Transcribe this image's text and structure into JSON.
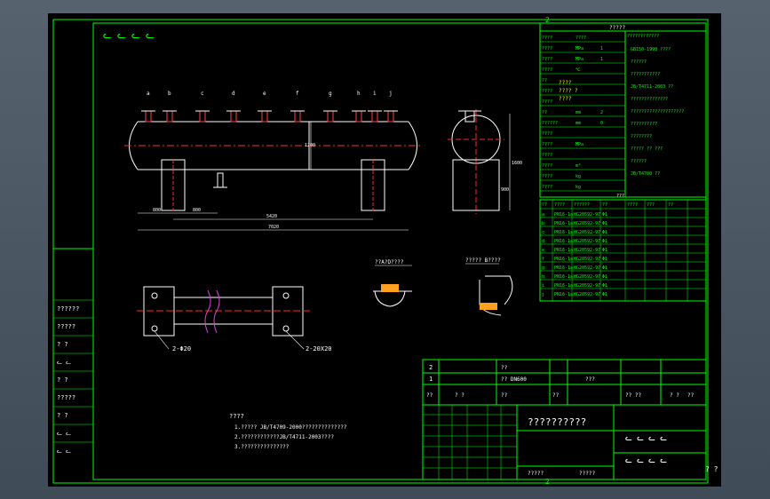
{
  "sheet": {
    "grid_mark": "2",
    "corner_note": "? ?"
  },
  "roughness_symbols": "ᓚ ᓚ ᓚ ᓚ",
  "nozzle_labels": [
    "a",
    "b",
    "c",
    "d",
    "e",
    "f",
    "g",
    "h",
    "i",
    "j"
  ],
  "dimensions": {
    "overall_length": "7020",
    "support_span": "5420",
    "left_offset": "800",
    "end_offset": "800",
    "height": "1200",
    "leg_height": "900",
    "side_height": "1600",
    "bolt_left": "2-Φ20",
    "bolt_right": "2-20X20"
  },
  "details": {
    "detail_a": "??A?D????",
    "detail_b": "????? B????"
  },
  "notes": {
    "title": "????",
    "lines": [
      "1.????? JB/T4709-2000??????????????",
      "2.????????????JB/T4711-2003????",
      "3.???????????????"
    ]
  },
  "tech_table": {
    "title": "?????",
    "header_right": "????????????",
    "rows": [
      [
        "????",
        "????",
        ""
      ],
      [
        "????",
        "MPa",
        "1"
      ],
      [
        "????",
        "MPa",
        "1"
      ],
      [
        "????",
        "℃",
        ""
      ],
      [
        "??",
        "",
        ""
      ],
      [
        "????",
        "",
        ""
      ],
      [
        "????",
        "",
        ""
      ],
      [
        "??",
        "mm",
        "2"
      ],
      [
        "??????",
        "mm",
        "0"
      ],
      [
        "????",
        "",
        ""
      ],
      [
        "????",
        "MPa",
        ""
      ],
      [
        "????",
        "",
        ""
      ],
      [
        "????",
        "m³",
        ""
      ],
      [
        "????",
        "kg",
        ""
      ],
      [
        "????",
        "kg",
        ""
      ]
    ],
    "right_lines": [
      "GB150-1998 ????",
      "??????",
      "???????????",
      "JB/T4711-2003 ??",
      "??????????????",
      "????????????????????",
      "??????????",
      "????????",
      "????? ?? ???",
      "??????",
      "JB/T4700 ??"
    ],
    "highlight": [
      "????",
      "????  ?",
      "????"
    ]
  },
  "nozzle_table": {
    "title": "???",
    "headers": [
      "??",
      "????",
      "??????",
      "??",
      "????",
      "???",
      "??"
    ],
    "rows": [
      [
        "a",
        "PN16-1a",
        "HG20592-97",
        "Φ1"
      ],
      [
        "b",
        "PN16-1a",
        "HG20592-97",
        "Φ1"
      ],
      [
        "c",
        "PN16-1a",
        "HG20592-97",
        "Φ1"
      ],
      [
        "d",
        "PN16-1a",
        "HG20592-97",
        "Φ1"
      ],
      [
        "e",
        "PN16-1a",
        "HG20592-97",
        "Φ1"
      ],
      [
        "f",
        "PN16-1a",
        "HG20592-97",
        "Φ1"
      ],
      [
        "g",
        "PN16-1a",
        "HG20592-97",
        "Φ1"
      ],
      [
        "h",
        "PN16-1a",
        "HG20592-97",
        "Φ1"
      ],
      [
        "i",
        "PN16-1a",
        "HG20592-97",
        "Φ1"
      ],
      [
        "j",
        "PN16-1a",
        "HG20592-97",
        "Φ1"
      ]
    ]
  },
  "title_block": {
    "row2": [
      "2",
      "??"
    ],
    "row1": [
      "1",
      "?? DN600",
      "???"
    ],
    "header": [
      "??",
      "?  ?",
      "??",
      "??",
      "?? ??",
      "?  ?",
      "??"
    ],
    "drawing_name": "??????????",
    "scale_row": "ᓚ ᓚ ᓚ ᓚ",
    "bottom": [
      "?????",
      "?????"
    ]
  },
  "left_strip": [
    "??????",
    "?????",
    "? ?",
    "ᓚ ᓚ",
    "? ?",
    "?????",
    "? ?",
    "ᓚ ᓚ",
    "ᓚ ᓚ"
  ]
}
